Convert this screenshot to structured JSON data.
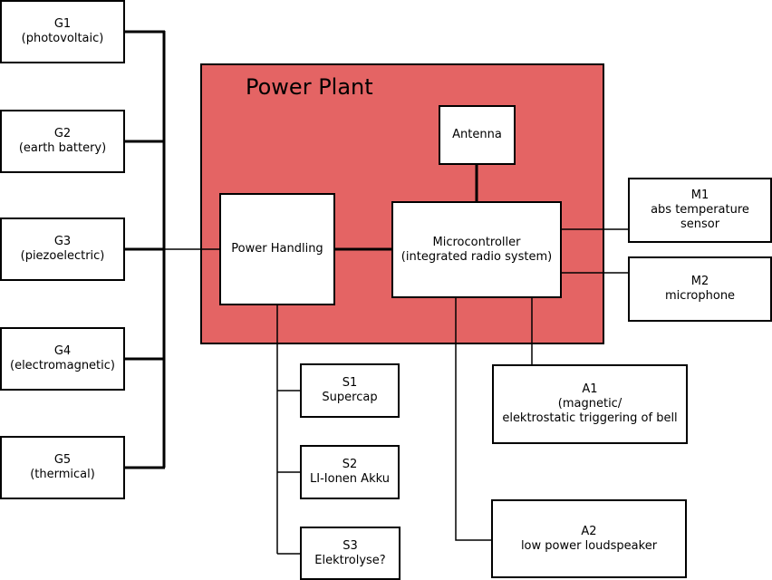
{
  "colors": {
    "plant_fill": "#e46464",
    "line": "#000000",
    "box_fill": "#ffffff"
  },
  "plant": {
    "title": "Power Plant"
  },
  "generators": [
    {
      "name": "G1",
      "desc": "(photovoltaic)"
    },
    {
      "name": "G2",
      "desc": "(earth battery)"
    },
    {
      "name": "G3",
      "desc": "(piezoelectric)"
    },
    {
      "name": "G4",
      "desc": "(electromagnetic)"
    },
    {
      "name": "G5",
      "desc": "(thermical)"
    }
  ],
  "power_handling": {
    "label": "Power Handling"
  },
  "antenna": {
    "label": "Antenna"
  },
  "microcontroller": {
    "line1": "Microcontroller",
    "line2": "(integrated radio system)"
  },
  "sensors": [
    {
      "name": "M1",
      "line1": "abs temperature",
      "line2": "sensor"
    },
    {
      "name": "M2",
      "line1": "microphone"
    }
  ],
  "storage": [
    {
      "name": "S1",
      "desc": "Supercap"
    },
    {
      "name": "S2",
      "desc": "LI-Ionen Akku"
    },
    {
      "name": "S3",
      "desc": "Elektrolyse?"
    }
  ],
  "actuators": [
    {
      "name": "A1",
      "line1": "(magnetic/",
      "line2": "elektrostatic triggering of bell"
    },
    {
      "name": "A2",
      "line1": "low power loudspeaker"
    }
  ]
}
